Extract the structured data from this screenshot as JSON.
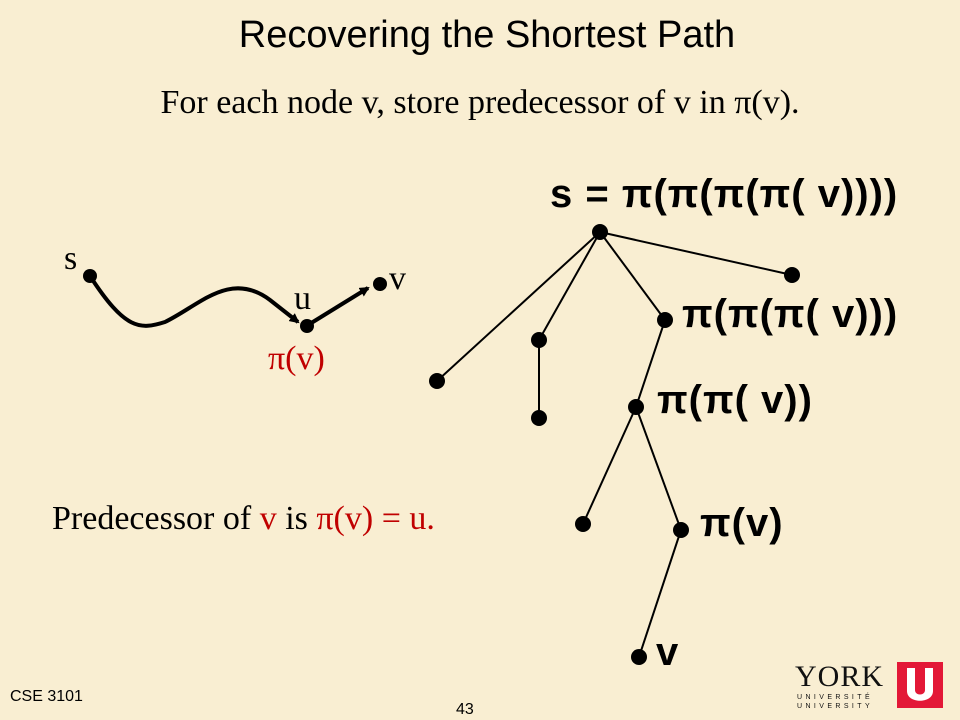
{
  "slide": {
    "title": "Recovering the Shortest Path",
    "subtitle": "For each node v, store predecessor of v in π(v).",
    "left_diagram": {
      "s_label": "s",
      "u_label": "u",
      "v_label": "v",
      "pi_v_label": "π(v)"
    },
    "predecessor_text": {
      "prefix": "Predecessor of ",
      "v": "v",
      "is": " is ",
      "value": "π(v) = u."
    },
    "tree_labels": {
      "root": "s = π(π(π(π( v))))",
      "level1": "π(π(π( v)))",
      "level2": "π(π( v))",
      "level3": "π(v)",
      "leaf": "v"
    },
    "footer": {
      "course": "CSE 3101",
      "page": "43"
    },
    "logo": {
      "name": "YORK",
      "line1": "UNIVERSITÉ",
      "line2": "UNIVERSITY"
    },
    "colors": {
      "background": "#f9eed2",
      "accent_red": "#c00000",
      "logo_red": "#e31837"
    }
  }
}
